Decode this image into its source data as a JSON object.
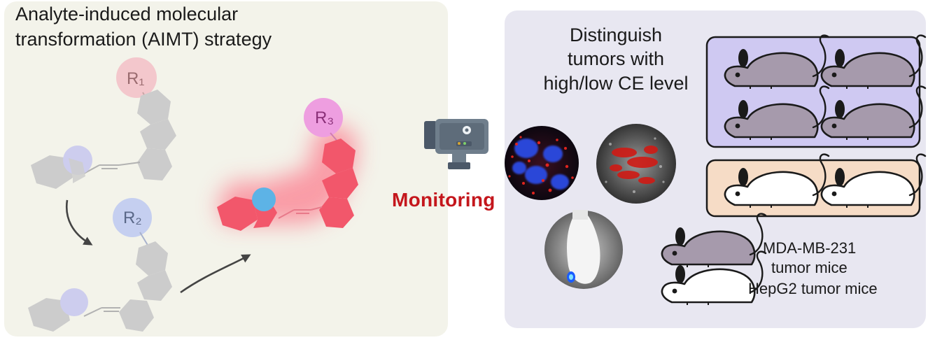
{
  "strategy": {
    "title_line1": "Analyte-induced molecular",
    "title_line2": "transformation (AIMT) strategy",
    "r1_label": "R₁",
    "r2_label": "R₂",
    "r3_label": "R₃"
  },
  "monitoring": {
    "label": "Monitoring",
    "icon": "camera-icon"
  },
  "distinguish": {
    "line1": "Distinguish",
    "line2": "tumors with",
    "line3": "high/low CE level"
  },
  "legend": {
    "line1": "MDA-MB-231",
    "line2": "tumor mice",
    "line3": "HepG2 tumor mice"
  },
  "colors": {
    "left_panel": "#f3f3ea",
    "right_panel": "#e8e7f1",
    "high_ce_box": "#cfc9f2",
    "low_ce_box": "#f6dcc6",
    "purple_mouse": "#a69aac",
    "red_molecule": "#f2576b",
    "monitoring_text": "#c4161c"
  }
}
